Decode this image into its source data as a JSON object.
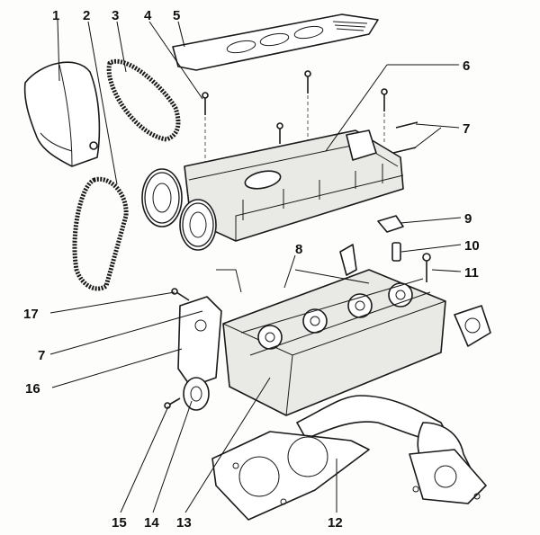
{
  "callouts": [
    {
      "n": "1"
    },
    {
      "n": "2"
    },
    {
      "n": "3"
    },
    {
      "n": "4"
    },
    {
      "n": "5"
    },
    {
      "n": "6"
    },
    {
      "n": "7"
    },
    {
      "n": "8"
    },
    {
      "n": "9"
    },
    {
      "n": "10"
    },
    {
      "n": "11"
    },
    {
      "n": "7"
    },
    {
      "n": "17"
    },
    {
      "n": "16"
    },
    {
      "n": "15"
    },
    {
      "n": "14"
    },
    {
      "n": "13"
    },
    {
      "n": "12"
    }
  ]
}
